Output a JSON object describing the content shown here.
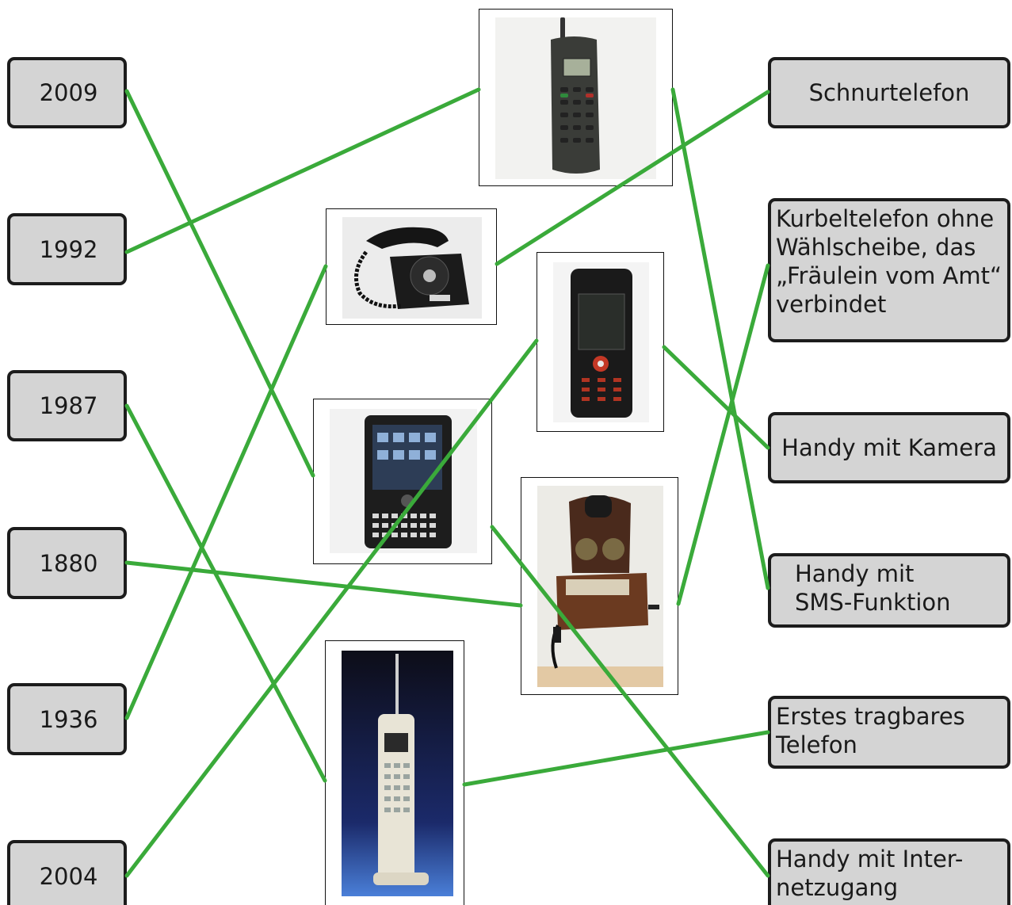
{
  "years": [
    "2009",
    "1992",
    "1987",
    "1880",
    "1936",
    "2004"
  ],
  "descriptions": [
    "Schnurtelefon",
    "Kurbeltelefon ohne\nWählscheibe, das\n„Fräulein vom Amt“\nverbindet",
    "Handy mit Kamera",
    "Handy mit\nSMS-Funktion",
    "Erstes tragbares\nTelefon",
    "Handy mit Inter-\nnetzugang"
  ],
  "colors": {
    "line": "#3aaa3a",
    "box_fill": "#d4d4d4",
    "box_border": "#1c1c1c"
  }
}
